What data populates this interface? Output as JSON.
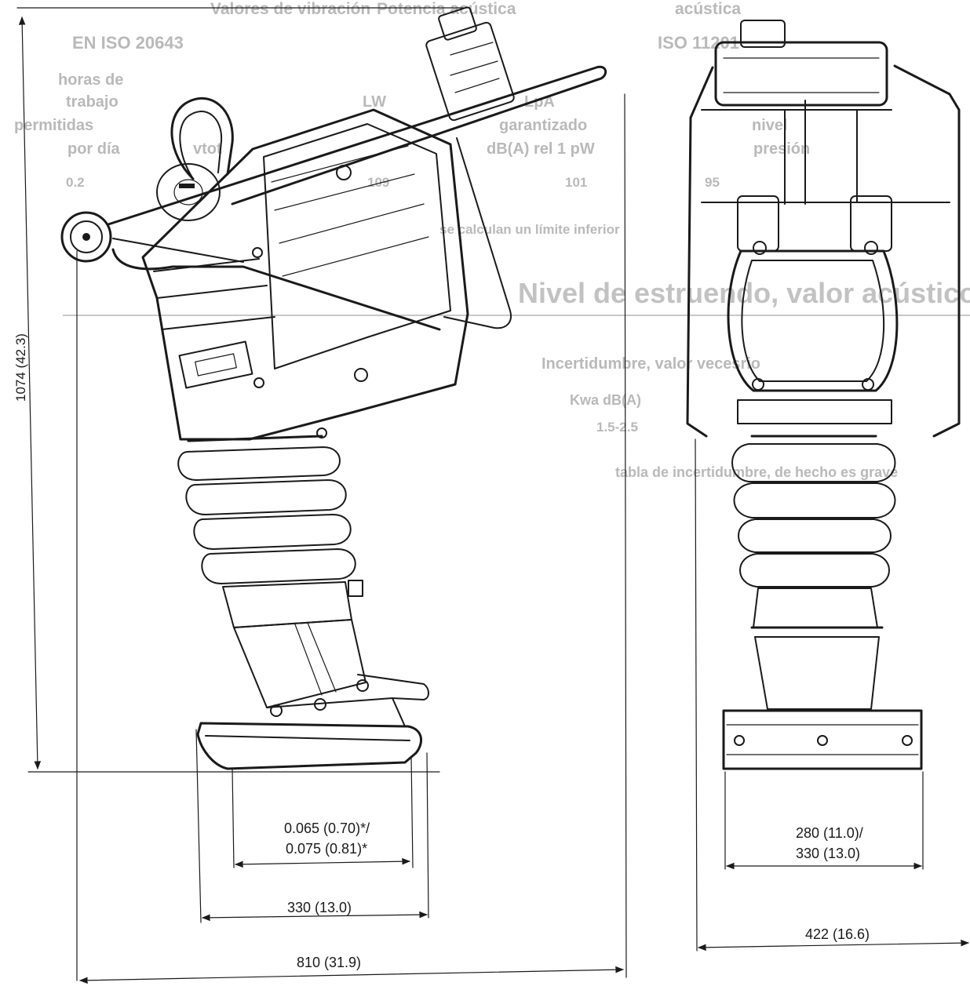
{
  "dimensions": {
    "height": "1074 (42.3)",
    "inner_width_line1": "0.065 (0.70)*/",
    "inner_width_line2": "0.075 (0.81)*",
    "plate_length": "330 (13.0)",
    "overall_length": "810 (31.9)",
    "shoe_width_line1": "280 (11.0)/",
    "shoe_width_line2": "330 (13.0)",
    "overall_width": "422 (16.6)"
  },
  "bleed_through": {
    "top_row": [
      "Valores de vibración",
      "Potencia acústica",
      "acústica",
      "EN ISO 20643",
      "ISO 11201"
    ],
    "header_row": [
      "horas de",
      "trabajo",
      "permitidas",
      "por día",
      "LpA",
      "LW",
      "garantizado",
      "nivel",
      "presión",
      "dB(A) rel 1 pW",
      "vtot"
    ],
    "value_row": [
      "0.2",
      "109",
      "101",
      "95"
    ],
    "footnote": "se calculan un límite inferior",
    "heading": "Nivel de estruendo, valor acústico",
    "sub_heading": "Incertidumbre, valor vecesrio",
    "kwa_label": "Kwa dB(A)",
    "kwa_value": "1.5-2.5",
    "bottom_note": "tabla de incertidumbre, de hecho es grave"
  },
  "colors": {
    "line": "#1a1a1a",
    "ghost": "#b9b9b9",
    "background": "#ffffff"
  }
}
